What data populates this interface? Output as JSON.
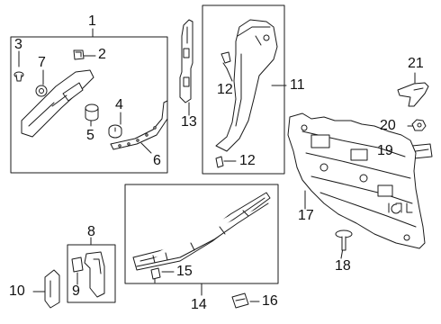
{
  "diagram": {
    "line_color": "#1a1a1a",
    "part_fill": "#ffffff",
    "callouts": {
      "c1": "1",
      "c2": "2",
      "c3": "3",
      "c4": "4",
      "c5": "5",
      "c6": "6",
      "c7": "7",
      "c8": "8",
      "c9": "9",
      "c10": "10",
      "c11": "11",
      "c12a": "12",
      "c12b": "12",
      "c13": "13",
      "c14": "14",
      "c15": "15",
      "c16": "16",
      "c17": "17",
      "c18": "18",
      "c19": "19",
      "c20": "20",
      "c21": "21"
    }
  }
}
